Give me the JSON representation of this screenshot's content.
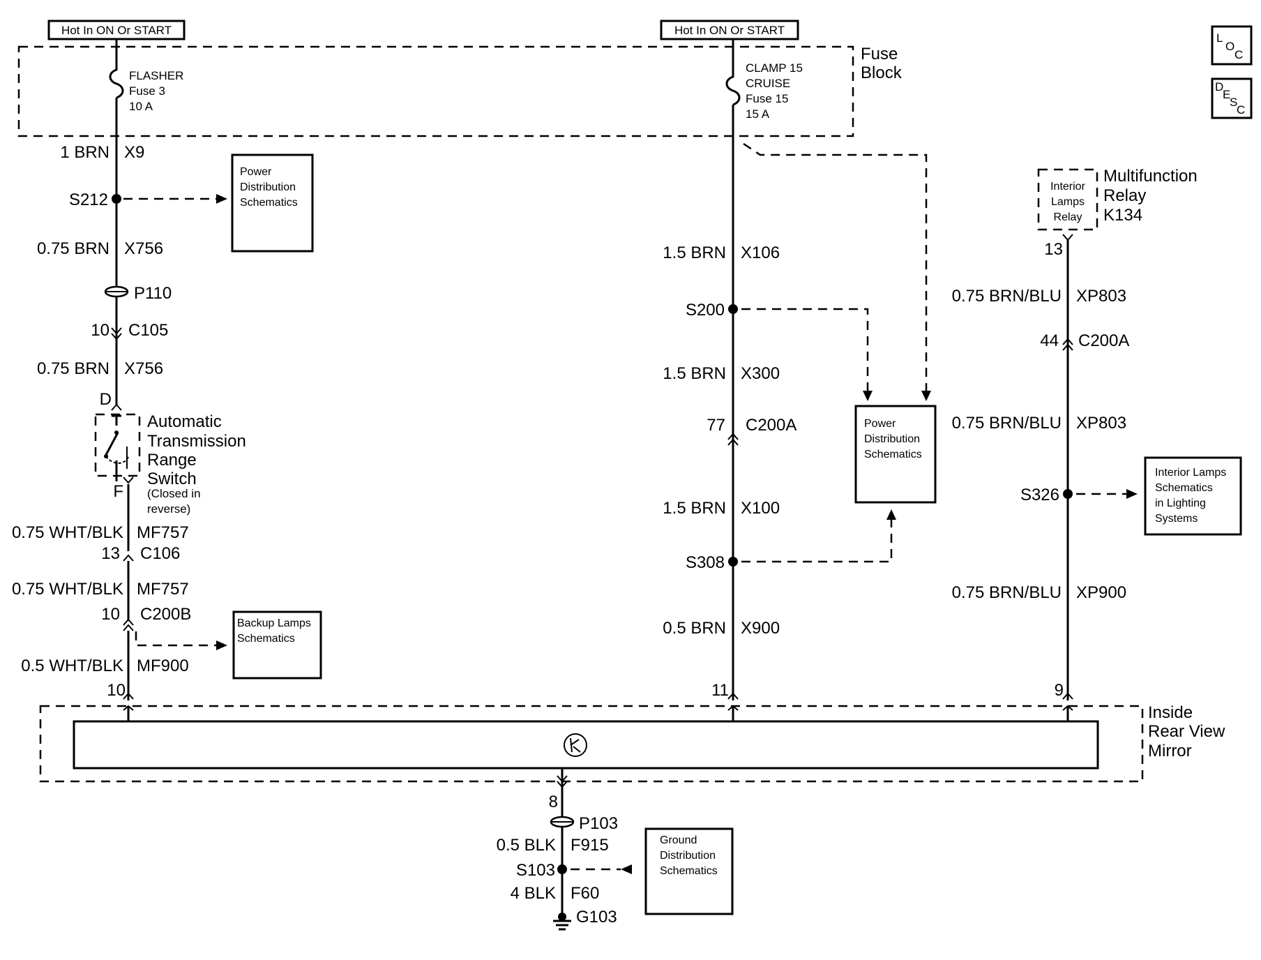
{
  "hot_labels": [
    "Hot In ON Or START",
    "Hot In ON Or START"
  ],
  "fuse_block": {
    "title_line1": "Fuse",
    "title_line2": "Block",
    "fuse3": {
      "line1": "FLASHER",
      "line2": "Fuse 3",
      "line3": "10 A"
    },
    "fuse15": {
      "line1": "CLAMP 15",
      "line2": "CRUISE",
      "line3": "Fuse 15",
      "line4": "15 A"
    }
  },
  "loc_icon": {
    "l": "L",
    "o": "O",
    "c": "C"
  },
  "desc_icon": {
    "d": "D",
    "e": "E",
    "s": "S",
    "c": "C"
  },
  "circuit_left": {
    "w1_gauge": "1 BRN",
    "w1_id": "X9",
    "splice1": "S212",
    "w2_gauge": "0.75 BRN",
    "w2_id": "X756",
    "passthru": "P110",
    "conn1_pin": "10",
    "conn1": "C105",
    "w3_gauge": "0.75 BRN",
    "w3_id": "X756",
    "switch_pin_in": "D",
    "switch_line1": "Automatic",
    "switch_line2": "Transmission",
    "switch_line3": "Range",
    "switch_line4": "Switch",
    "switch_pin_out": "F",
    "switch_note1": "(Closed in",
    "switch_note2": "reverse)",
    "w4_gauge": "0.75 WHT/BLK",
    "w4_id": "MF757",
    "conn2_pin": "13",
    "conn2": "C106",
    "w5_gauge": "0.75 WHT/BLK",
    "w5_id": "MF757",
    "conn3_pin": "10",
    "conn3": "C200B",
    "w6_gauge": "0.5 WHT/BLK",
    "w6_id": "MF900",
    "mirror_pin": "10"
  },
  "circuit_mid": {
    "w1_gauge": "1.5 BRN",
    "w1_id": "X106",
    "splice1": "S200",
    "w2_gauge": "1.5 BRN",
    "w2_id": "X300",
    "conn_pin": "77",
    "conn": "C200A",
    "w3_gauge": "1.5 BRN",
    "w3_id": "X100",
    "splice2": "S308",
    "w4_gauge": "0.5 BRN",
    "w4_id": "X900",
    "mirror_pin": "11"
  },
  "circuit_right": {
    "relay_inner1": "Interior",
    "relay_inner2": "Lamps",
    "relay_inner3": "Relay",
    "relay_line1": "Multifunction",
    "relay_line2": "Relay",
    "relay_line3": "K134",
    "relay_pin": "13",
    "w1_gauge": "0.75 BRN/BLU",
    "w1_id": "XP803",
    "conn_pin": "44",
    "conn": "C200A",
    "w2_gauge": "0.75 BRN/BLU",
    "w2_id": "XP803",
    "splice": "S326",
    "w3_gauge": "0.75 BRN/BLU",
    "w3_id": "XP900",
    "mirror_pin": "9"
  },
  "mirror": {
    "line1": "Inside",
    "line2": "Rear View",
    "line3": "Mirror"
  },
  "ground": {
    "pin": "8",
    "passthru": "P103",
    "w1_gauge": "0.5 BLK",
    "w1_id": "F915",
    "splice": "S103",
    "w2_gauge": "4 BLK",
    "w2_id": "F60",
    "ground": "G103"
  },
  "ref_boxes": {
    "power1": [
      "Power",
      "Distribution",
      "Schematics"
    ],
    "power2": [
      "Power",
      "Distribution",
      "Schematics"
    ],
    "backup": [
      "Backup Lamps",
      "Schematics"
    ],
    "interior": [
      "Interior Lamps",
      "Schematics",
      "in Lighting",
      "Systems"
    ],
    "ground": [
      "Ground",
      "Distribution",
      "Schematics"
    ]
  }
}
